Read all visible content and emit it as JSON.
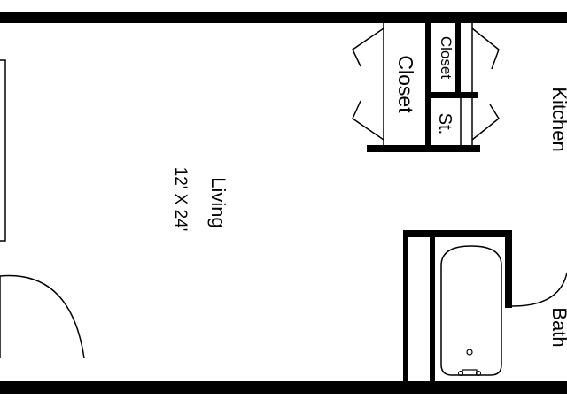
{
  "floorplan": {
    "rooms": {
      "living": {
        "name": "Living",
        "dimensions": "12' X 24'"
      },
      "closet_large": {
        "name": "Closet"
      },
      "closet_small": {
        "name": "Closet"
      },
      "storage": {
        "name": "St."
      },
      "kitchen": {
        "name": "Kitchen"
      },
      "bath": {
        "name": "Bath"
      }
    },
    "colors": {
      "wall": "#000000",
      "line": "#000000",
      "background": "#ffffff"
    }
  }
}
